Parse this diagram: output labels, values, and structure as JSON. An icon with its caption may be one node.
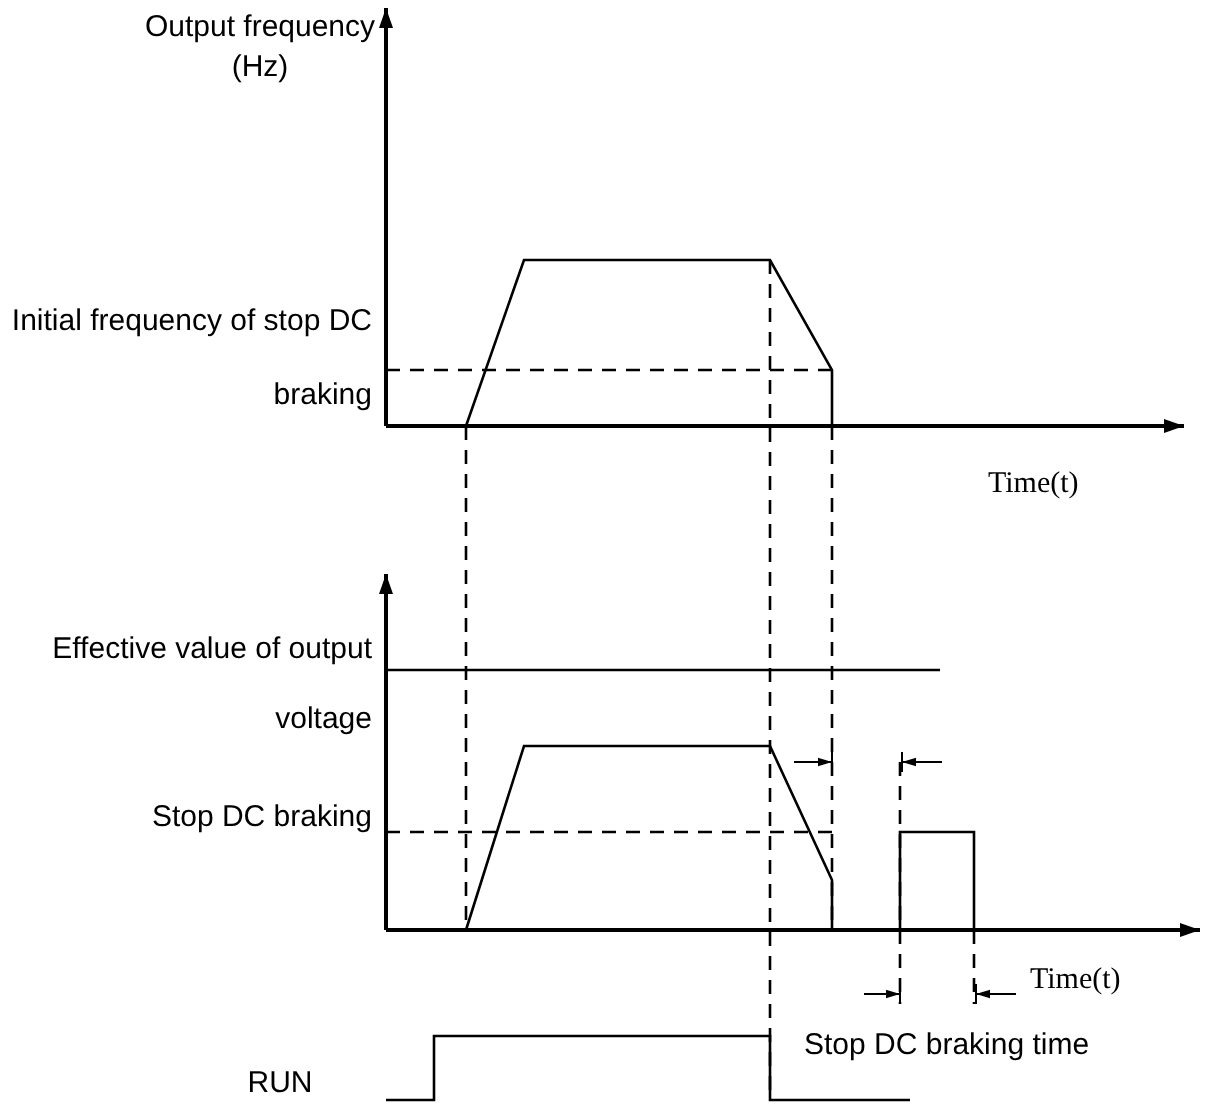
{
  "diagram": {
    "labels": [
      "Output frequency (Hz)",
      "Initial frequency of stop DC braking",
      "Time(t)",
      "Effective value of output voltage",
      "Stop DC braking",
      "Time(t)",
      "Stop DC braking time",
      "RUN"
    ]
  }
}
